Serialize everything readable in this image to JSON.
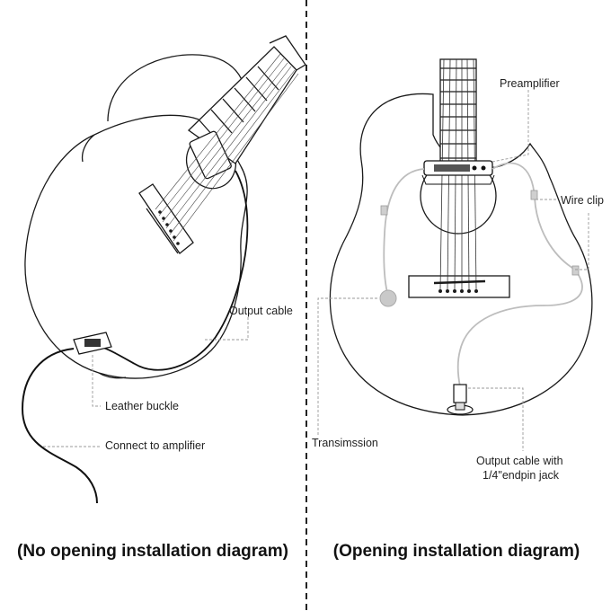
{
  "left_diagram": {
    "labels": {
      "output_cable": "Output cable",
      "leather_buckle": "Leather buckle",
      "connect_amp": "Connect to amplifier"
    },
    "caption": "(No opening installation diagram)"
  },
  "right_diagram": {
    "labels": {
      "preamplifier": "Preamplifier",
      "wire_clip": "Wire clip",
      "transmission": "Transimssion",
      "output_jack_line1": "Output cable with",
      "output_jack_line2": "1/4\"endpin jack"
    },
    "caption": "(Opening installation diagram)"
  },
  "colors": {
    "line": "#1a1a1a",
    "grey_cable": "#bdbdbd",
    "leader": "#9a9a9a"
  }
}
